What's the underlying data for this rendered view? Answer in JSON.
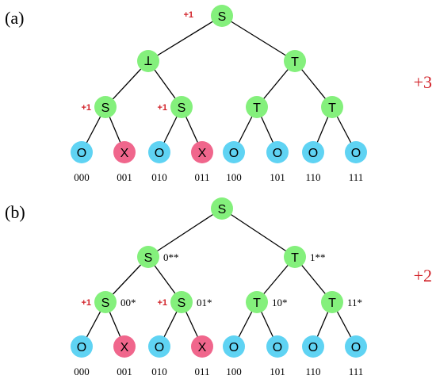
{
  "colors": {
    "inner": "#84f07c",
    "leaf_O": "#5fd3f3",
    "leaf_X": "#f0668c",
    "accent_red": "#d2232a"
  },
  "panels": [
    {
      "label": "(a)",
      "score": "+3",
      "root": {
        "text": "S",
        "mark": "+1"
      },
      "level1": [
        {
          "text": "T",
          "flipped": true,
          "suffix": ""
        },
        {
          "text": "T",
          "flipped": false,
          "suffix": ""
        }
      ],
      "level2": [
        {
          "text": "S",
          "mark": "+1",
          "suffix": ""
        },
        {
          "text": "S",
          "mark": "+1",
          "suffix": ""
        },
        {
          "text": "T",
          "mark": "",
          "suffix": ""
        },
        {
          "text": "T",
          "mark": "",
          "suffix": ""
        }
      ],
      "leaves": [
        {
          "text": "O",
          "kind": "O",
          "bits": "000"
        },
        {
          "text": "X",
          "kind": "X",
          "bits": "001"
        },
        {
          "text": "O",
          "kind": "O",
          "bits": "010"
        },
        {
          "text": "X",
          "kind": "X",
          "bits": "011"
        },
        {
          "text": "O",
          "kind": "O",
          "bits": "100"
        },
        {
          "text": "O",
          "kind": "O",
          "bits": "101"
        },
        {
          "text": "O",
          "kind": "O",
          "bits": "110"
        },
        {
          "text": "O",
          "kind": "O",
          "bits": "111"
        }
      ]
    },
    {
      "label": "(b)",
      "score": "+2",
      "root": {
        "text": "S",
        "mark": ""
      },
      "level1": [
        {
          "text": "S",
          "flipped": false,
          "suffix": "0**"
        },
        {
          "text": "T",
          "flipped": false,
          "suffix": "1**"
        }
      ],
      "level2": [
        {
          "text": "S",
          "mark": "+1",
          "suffix": "00*"
        },
        {
          "text": "S",
          "mark": "+1",
          "suffix": "01*"
        },
        {
          "text": "T",
          "mark": "",
          "suffix": "10*"
        },
        {
          "text": "T",
          "mark": "",
          "suffix": "11*"
        }
      ],
      "leaves": [
        {
          "text": "O",
          "kind": "O",
          "bits": "000"
        },
        {
          "text": "X",
          "kind": "X",
          "bits": "001"
        },
        {
          "text": "O",
          "kind": "O",
          "bits": "010"
        },
        {
          "text": "X",
          "kind": "X",
          "bits": "011"
        },
        {
          "text": "O",
          "kind": "O",
          "bits": "100"
        },
        {
          "text": "O",
          "kind": "O",
          "bits": "101"
        },
        {
          "text": "O",
          "kind": "O",
          "bits": "110"
        },
        {
          "text": "O",
          "kind": "O",
          "bits": "111"
        }
      ]
    }
  ]
}
